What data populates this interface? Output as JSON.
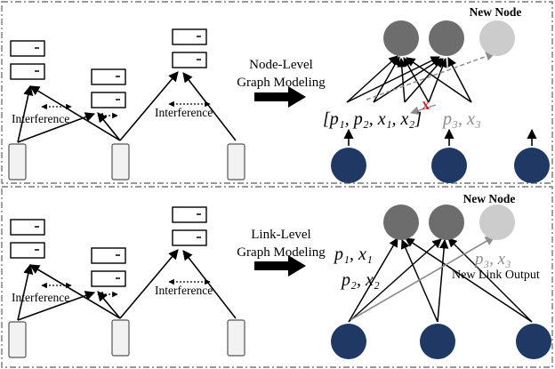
{
  "panels": {
    "top": {
      "new_node_label": "New Node",
      "interference_label": "Interference",
      "arrow_label_line1": "Node-Level",
      "arrow_label_line2": "Graph Modeling",
      "input_bracket_text": "[p₁, p₂, x₁, x₂]",
      "blocked_mark": "X",
      "new_pair_text": "p₃, x₃"
    },
    "bottom": {
      "new_node_label": "New Node",
      "interference_label": "Interference",
      "arrow_label_line1": "Link-Level",
      "arrow_label_line2": "Graph Modeling",
      "link_label_1": "p₁, x₁",
      "link_label_2": "p₂, x₂",
      "new_pair_text": "p₃, x₃",
      "new_link_output_label": "New Link Output"
    }
  },
  "colors": {
    "panel_border": "#777777",
    "dark_node": "#1f3864",
    "gray_node": "#6d6d6d",
    "light_node": "#cccccc",
    "new_text_gray": "#8c8c8c",
    "blocked_red": "#cc1111",
    "edge": "#000000",
    "new_edge": "#8c8c8c"
  }
}
